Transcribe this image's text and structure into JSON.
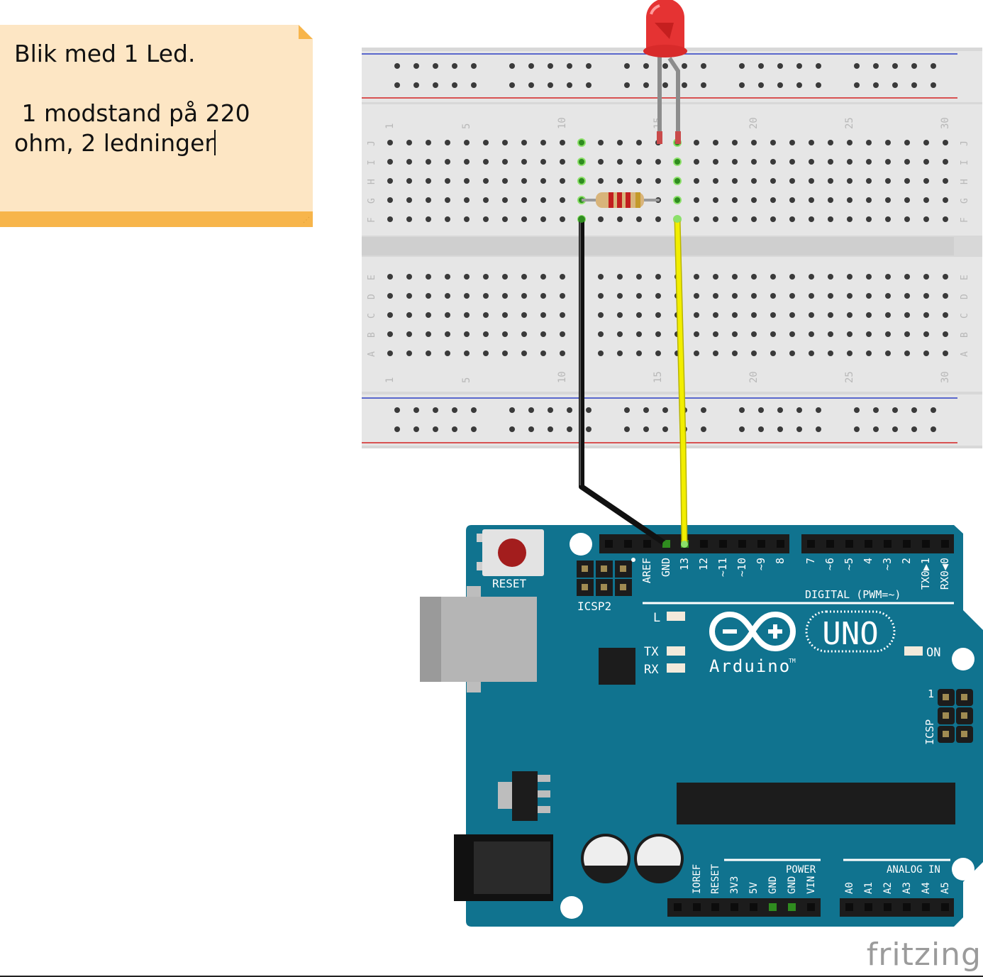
{
  "note": {
    "line1": "Blik med 1 Led.",
    "line2": " 1 modstand på 220",
    "line3": "ohm, 2 ledninger"
  },
  "breadboard": {
    "column_numbers": [
      "1",
      "5",
      "10",
      "15",
      "20",
      "25",
      "30"
    ],
    "rows_top": [
      "J",
      "I",
      "H",
      "G",
      "F"
    ],
    "rows_bottom": [
      "E",
      "D",
      "C",
      "B",
      "A"
    ]
  },
  "arduino": {
    "reset_label": "RESET",
    "icsp2_label": "ICSP2",
    "icsp_label": "ICSP",
    "icsp_pin1": "1",
    "digital_pins": [
      "AREF",
      "GND",
      "13",
      "12",
      "~11",
      "~10",
      "~9",
      "8",
      "7",
      "~6",
      "~5",
      "4",
      "~3",
      "2",
      "TX0▶1",
      "RX0◀0"
    ],
    "digital_label": "DIGITAL (PWM=~)",
    "led_l": "L",
    "led_tx": "TX",
    "led_rx": "RX",
    "led_on": "ON",
    "logo_text": "Arduino",
    "logo_tm": "TM",
    "model": "UNO",
    "power_label": "POWER",
    "analog_label": "ANALOG IN",
    "power_pins": [
      "IOREF",
      "RESET",
      "3V3",
      "5V",
      "GND",
      "GND",
      "VIN"
    ],
    "analog_pins": [
      "A0",
      "A1",
      "A2",
      "A3",
      "A4",
      "A5"
    ],
    "board_color": "#10738f"
  },
  "wires": {
    "gnd_color": "#111111",
    "signal_color": "#f2ee00"
  },
  "credit": "fritzing"
}
